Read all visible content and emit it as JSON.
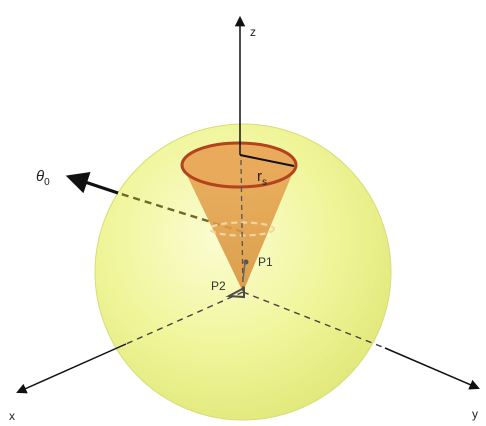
{
  "labels": {
    "z_axis": "z",
    "x_axis": "x",
    "y_axis": "y",
    "theta_symbol": "θ",
    "theta_subscript": "0",
    "radius_symbol": "r",
    "radius_subscript": "s",
    "point_1": "P1",
    "point_2": "P2"
  },
  "colors": {
    "sphere_fill": "#eef58f",
    "cone_fill": "#e8a24c",
    "cone_rim": "#b3421d",
    "axis_line": "#111111"
  }
}
